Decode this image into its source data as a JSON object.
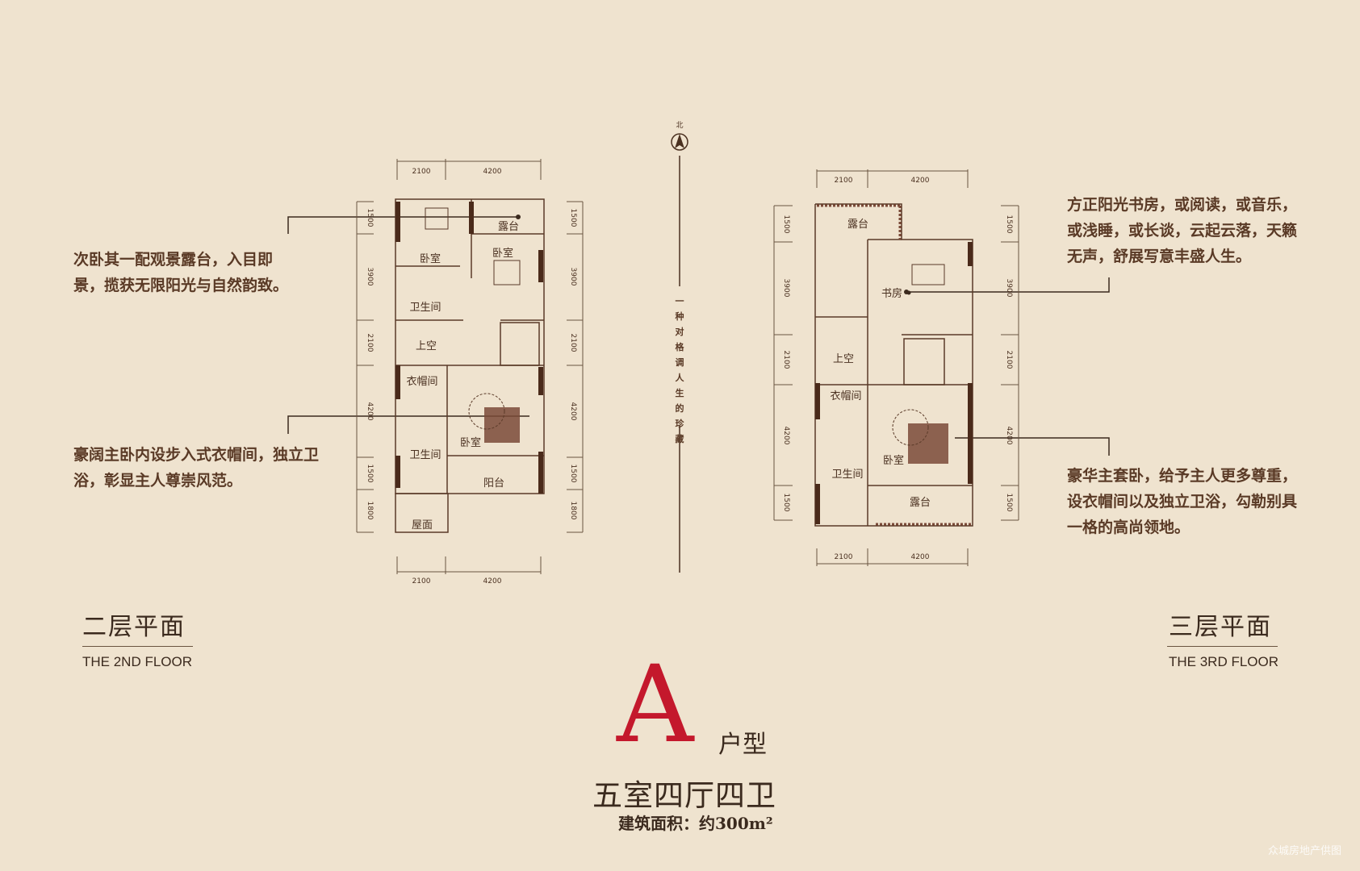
{
  "colors": {
    "background": "#efe3cf",
    "accent_red": "#c4182c",
    "text": "#4a3020"
  },
  "center": {
    "north_label": "北",
    "north_icon": "north-arrow-icon",
    "slogan": "一种对格调人生的珍藏"
  },
  "floor2": {
    "title_cn": "二层平面",
    "title_en": "THE 2ND FLOOR",
    "callout1": "次卧其一配观景露台，入目即\n景，揽获无限阳光与自然韵致。",
    "callout2": "豪阔主卧内设步入式衣帽间，独立卫\n浴，彰显主人尊崇风范。",
    "dims_top": [
      "2100",
      "4200"
    ],
    "dims_bottom": [
      "2100",
      "4200"
    ],
    "dims_left": [
      "1500",
      "3900",
      "2100",
      "4200",
      "1500",
      "1800"
    ],
    "dims_right": [
      "1500",
      "3900",
      "2100",
      "4200",
      "1500",
      "1800"
    ],
    "rooms": [
      "露台",
      "卧室",
      "卧室",
      "卫生间",
      "上空",
      "衣帽间",
      "卧室",
      "卫生间",
      "阳台",
      "屋面"
    ]
  },
  "floor3": {
    "title_cn": "三层平面",
    "title_en": "THE 3RD FLOOR",
    "callout1": "方正阳光书房，或阅读，或音乐，\n或浅睡，或长谈，云起云落，天籁\n无声，舒展写意丰盛人生。",
    "callout2": "豪华主套卧，给予主人更多尊重，\n设衣帽间以及独立卫浴，勾勒别具\n一格的高尚领地。",
    "dims_top": [
      "2100",
      "4200"
    ],
    "dims_bottom": [
      "2100",
      "4200"
    ],
    "dims_left": [
      "1500",
      "3900",
      "2100",
      "4200",
      "1500"
    ],
    "dims_right": [
      "1500",
      "3900",
      "2100",
      "4200",
      "1500"
    ],
    "rooms": [
      "露台",
      "书房",
      "上空",
      "衣帽间",
      "卧室",
      "卫生间",
      "露台"
    ]
  },
  "unit": {
    "letter": "A",
    "type_label": "户型",
    "layout": "五室四厅四卫",
    "area": "建筑面积：约300m²"
  },
  "watermark": "众城房地产供图"
}
